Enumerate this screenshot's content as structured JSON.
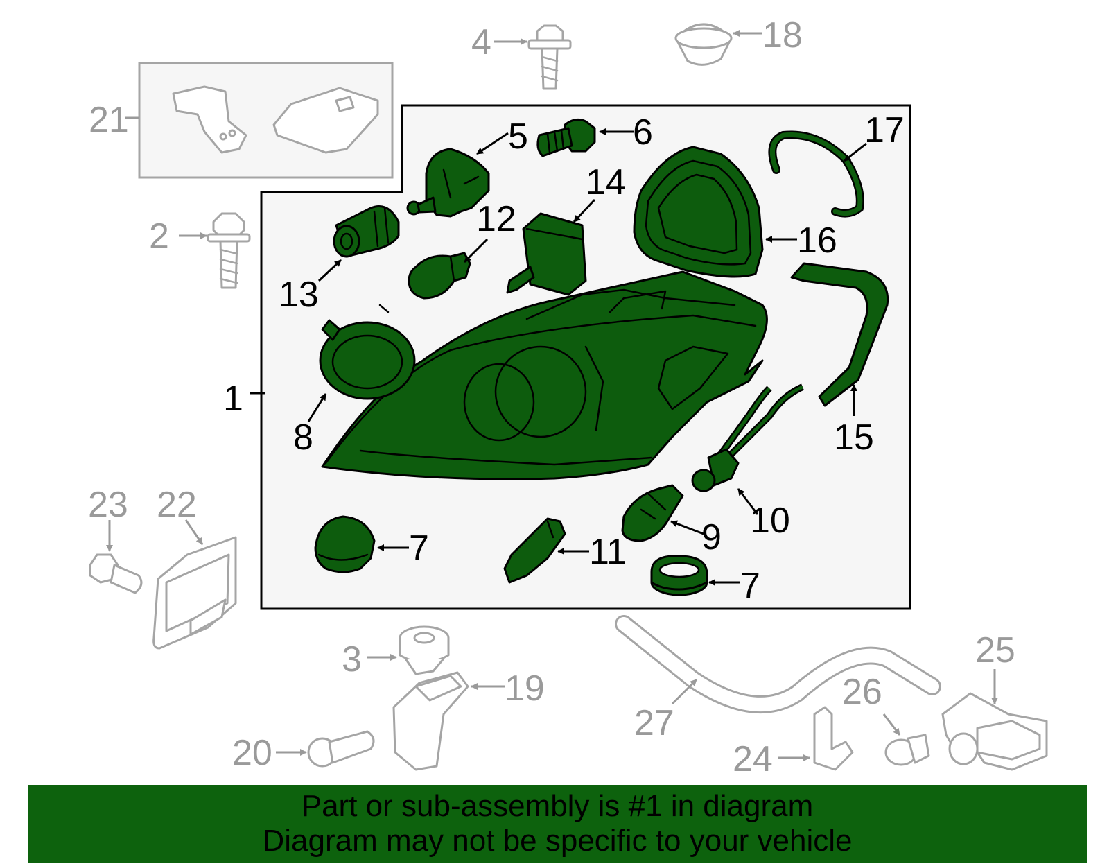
{
  "colors": {
    "highlight_part": "#0d5c0d",
    "banner": "#0d620d",
    "panel_bg": "#f6f6f6",
    "dim_gray": "#9a9a9a"
  },
  "callouts": {
    "c1": "1",
    "c2": "2",
    "c3": "3",
    "c4": "4",
    "c5": "5",
    "c6": "6",
    "c7a": "7",
    "c7b": "7",
    "c8": "8",
    "c9": "9",
    "c10": "10",
    "c11": "11",
    "c12": "12",
    "c13": "13",
    "c14": "14",
    "c15": "15",
    "c16": "16",
    "c17": "17",
    "c18": "18",
    "c19": "19",
    "c20": "20",
    "c21": "21",
    "c22": "22",
    "c23": "23",
    "c24": "24",
    "c25": "25",
    "c26": "26",
    "c27": "27"
  },
  "banner": {
    "line1": "Part or sub-assembly is #1 in diagram",
    "line2": "Diagram may not be specific to your vehicle"
  }
}
